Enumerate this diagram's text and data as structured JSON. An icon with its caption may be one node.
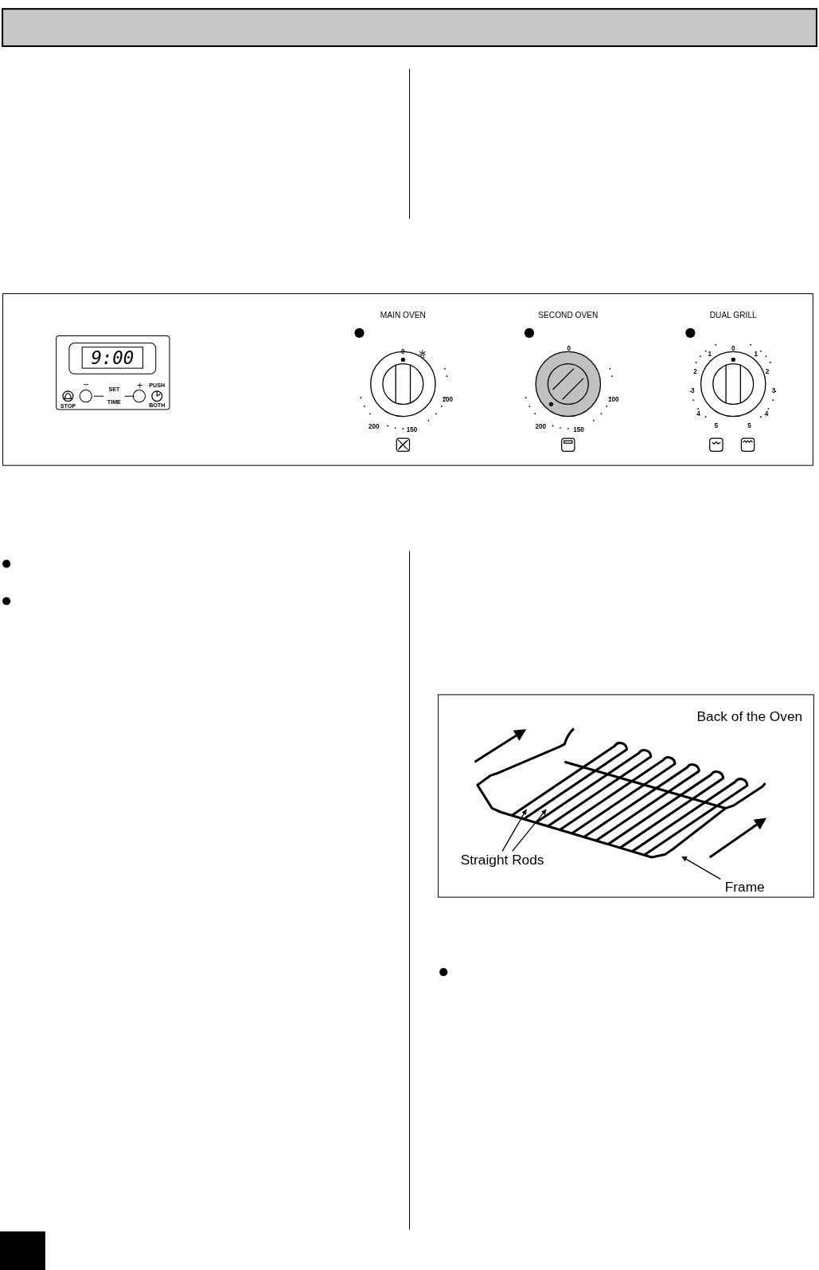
{
  "diagram": {
    "nodes": [
      {
        "text": [
          "Back of the Oven"
        ]
      },
      {
        "text": [],
        "shape": "picture",
        "in": 0
      },
      {
        "text": [
          "Straight Rods"
        ],
        "in": 0
      },
      {
        "text": [
          "Frame"
        ],
        "in": 0
      }
    ],
    "edges": [
      {
        "from": 2,
        "to": 1,
        "arrow": "to"
      },
      {
        "from": 2,
        "to": 1,
        "arrow": "to"
      },
      {
        "from": 3,
        "to": 1,
        "arrow": "to"
      }
    ],
    "labels": [
      "MAIN OVEN",
      "SECOND OVEN",
      "DUAL GRILL",
      "9:00",
      "−",
      "+",
      "PUSH",
      "SET",
      "TIME",
      "STOP",
      "BOTH",
      "0",
      "100",
      "200",
      "150",
      "0",
      "100",
      "200",
      "150",
      "0",
      "1",
      "1",
      "2",
      "2",
      "3",
      "3",
      "4",
      "4",
      "5",
      "5"
    ]
  }
}
